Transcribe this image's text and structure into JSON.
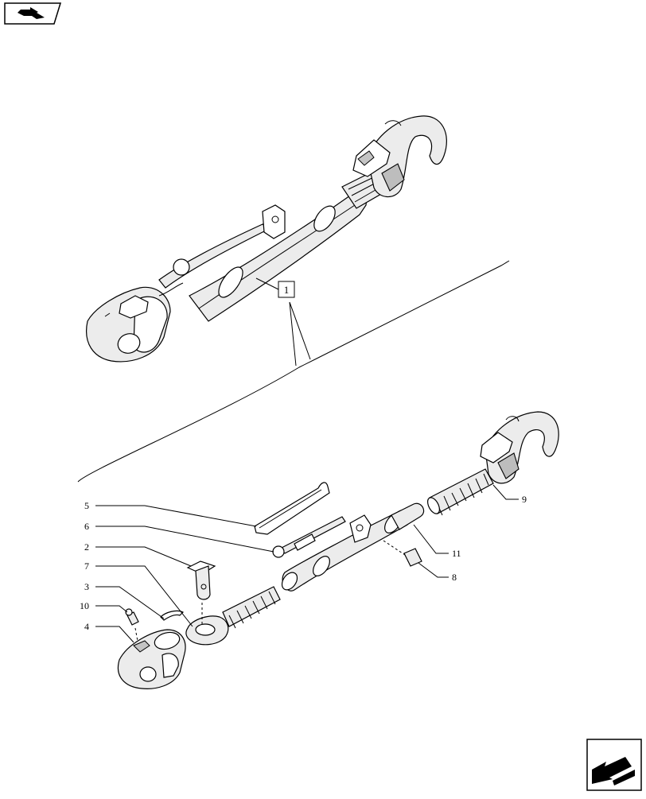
{
  "navigation": {
    "back_icon": "back-arrow-icon",
    "next_icon": "next-arrow-icon"
  },
  "callouts": {
    "assembly_ref": "1",
    "items": [
      {
        "label": "5"
      },
      {
        "label": "6"
      },
      {
        "label": "2"
      },
      {
        "label": "7"
      },
      {
        "label": "3"
      },
      {
        "label": "10"
      },
      {
        "label": "4"
      },
      {
        "label": "9"
      },
      {
        "label": "11"
      },
      {
        "label": "8"
      }
    ]
  },
  "colors": {
    "line": "#000000",
    "part_fill": "#ececec",
    "shade": "#c4c4c4",
    "background": "#ffffff"
  }
}
